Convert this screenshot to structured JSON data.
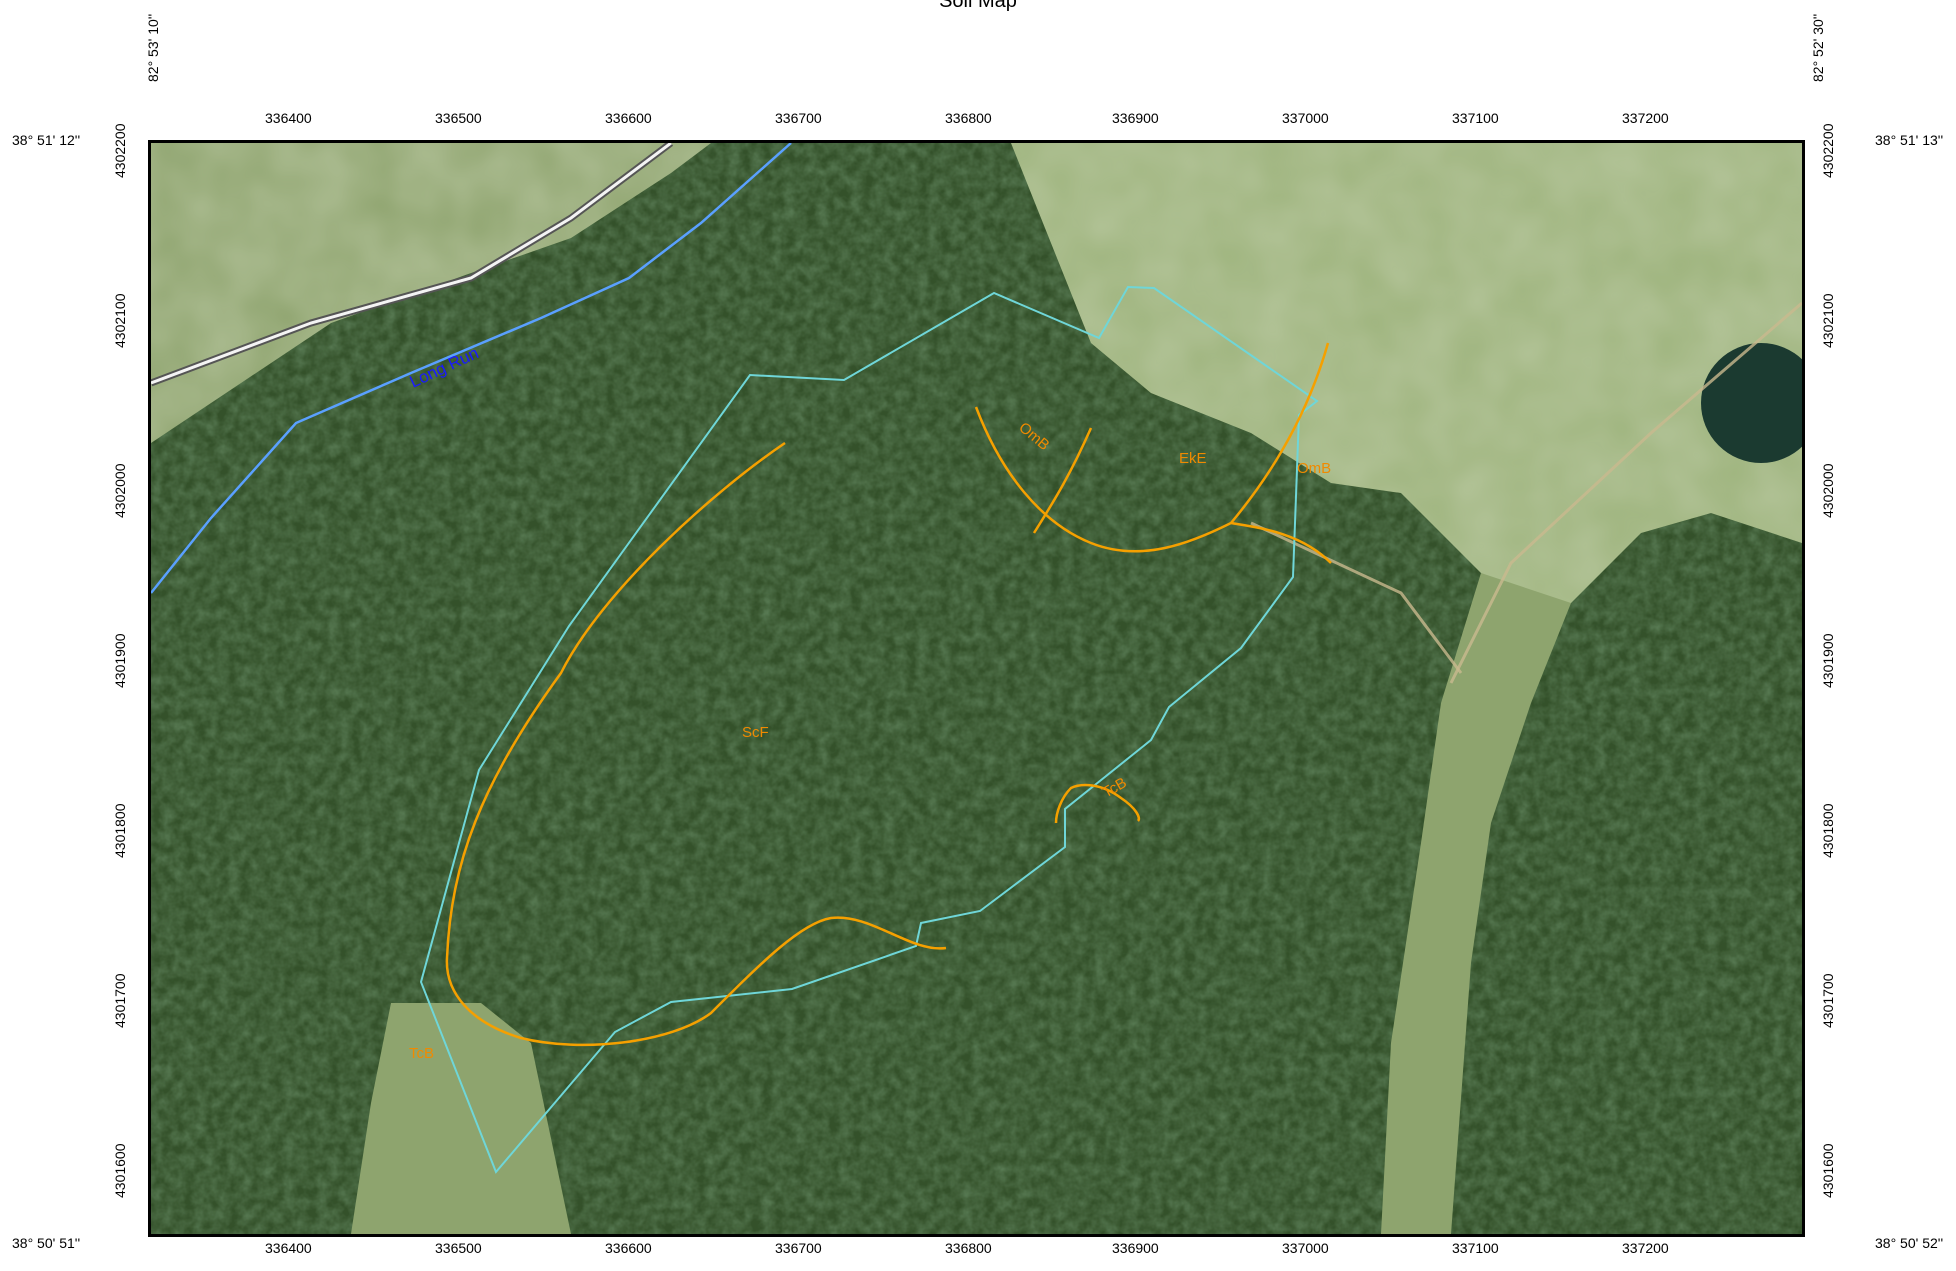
{
  "map": {
    "title": "Soil Map",
    "corners": {
      "top_left_lon": "82° 53' 10''",
      "top_right_lon": "82° 52' 30''",
      "top_left_lat": "38° 51' 12''",
      "top_right_lat": "38° 51' 13''",
      "bottom_left_lat": "38° 50' 51''",
      "bottom_right_lat": "38° 50' 52''"
    },
    "easting_ticks": [
      "336400",
      "336500",
      "336600",
      "336700",
      "336800",
      "336900",
      "337000",
      "337100",
      "337200"
    ],
    "northing_ticks": [
      "4302200",
      "4302100",
      "4302000",
      "4301900",
      "4301800",
      "4301700",
      "4301600"
    ],
    "soil_units": [
      "OmB",
      "EkE",
      "OmB",
      "ScF",
      "TcB",
      "TcB"
    ],
    "stream_name": "Long Run",
    "colors": {
      "soil_boundary": "#f5a000",
      "aoi_boundary": "#6fd6d8",
      "stream": "#5aa0ff",
      "road": "#dddddd",
      "forest": "#2f4a26",
      "pasture": "#9cb07a"
    }
  }
}
